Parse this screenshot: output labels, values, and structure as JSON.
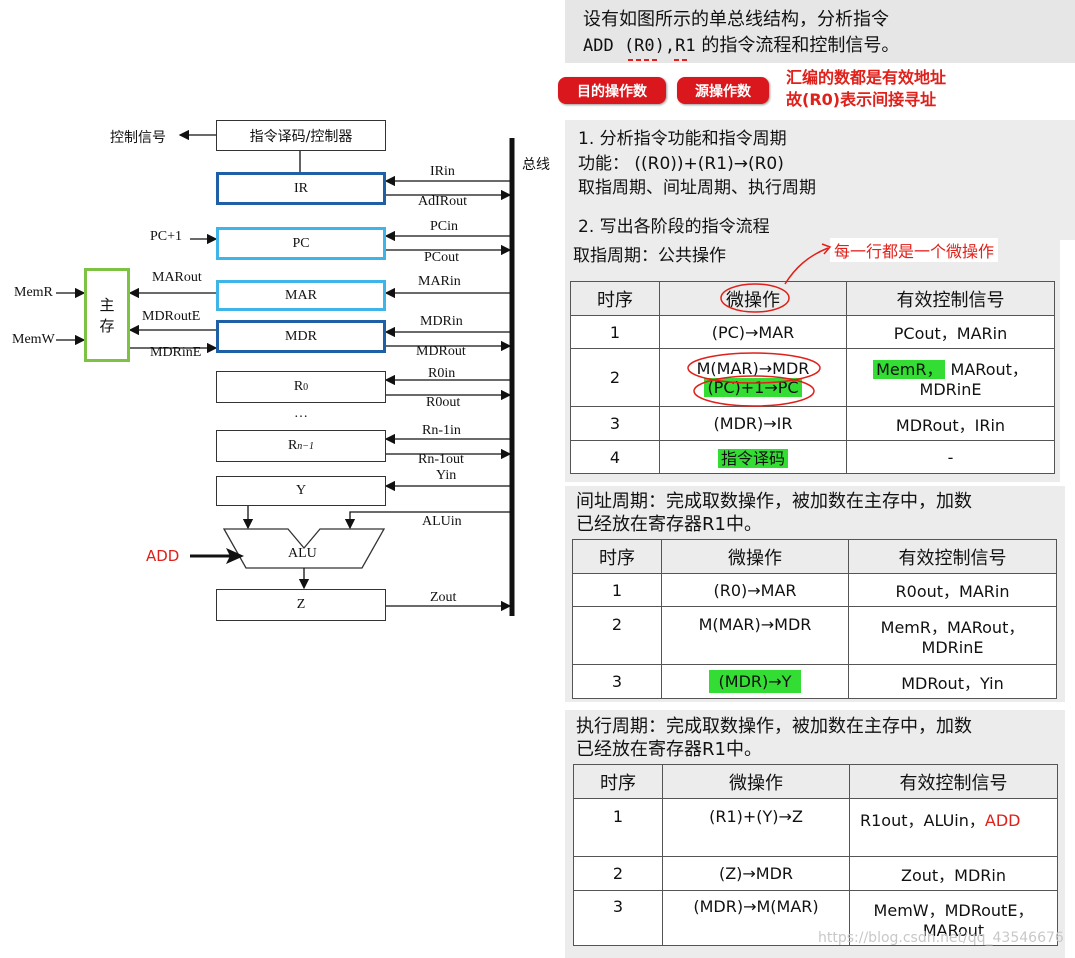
{
  "header": {
    "line1": "设有如图所示的单总线结构，分析指令",
    "line2a": "ADD (R0),R1",
    "line2b": " 的指令流程和控制信号。",
    "badge_dest": "目的操作数",
    "badge_src": "源操作数",
    "note1": "汇编的数都是有效地址",
    "note2": "故(R0)表示间接寻址"
  },
  "diagram": {
    "bus_label": "总线",
    "control_signal": "控制信号",
    "decoder": "指令译码/控制器",
    "memory_l1": "主",
    "memory_l2": "存",
    "memr": "MemR",
    "memw": "MemW",
    "pc_plus": "PC+1",
    "add": "ADD",
    "dots": "…",
    "registers": [
      {
        "name": "IR",
        "in": "IRin",
        "out": "AdIRout"
      },
      {
        "name": "PC",
        "in": "PCin",
        "out": "PCout"
      },
      {
        "name": "MAR",
        "in": "MARin",
        "left": "MARout"
      },
      {
        "name": "MDR",
        "in": "MDRin",
        "out": "MDRout",
        "left1": "MDRoutE",
        "left2": "MDRinE"
      },
      {
        "name": "R",
        "sub": "0",
        "in": "R0in",
        "out": "R0out"
      },
      {
        "name": "R",
        "sub": "n−1",
        "in": "Rn-1in",
        "out": "Rn-1out"
      },
      {
        "name": "Y",
        "in": "Yin"
      },
      {
        "name": "ALU",
        "in": "ALUin"
      },
      {
        "name": "Z",
        "out": "Zout"
      }
    ]
  },
  "section1": {
    "title": "1.  分析指令功能和指令周期",
    "func": "功能： ((R0))+(R1)→(R0)",
    "cycles": "取指周期、间址周期、执行周期"
  },
  "section2": {
    "title": "2.  写出各阶段的指令流程",
    "fetch_title": "取指周期：公共操作",
    "annotation": "每一行都是一个微操作"
  },
  "fetch_table": {
    "headers": [
      "时序",
      "微操作",
      "有效控制信号"
    ],
    "rows": [
      {
        "seq": "1",
        "op1": "(PC)→MAR",
        "op2": "",
        "sig_hl": "",
        "sig1": "PCout，MARin",
        "sig2": ""
      },
      {
        "seq": "2",
        "op1": "M(MAR)→MDR",
        "op2": "(PC)+1→PC",
        "sig_hl": "MemR，",
        "sig1": "MARout，",
        "sig2": "MDRinE"
      },
      {
        "seq": "3",
        "op1": "(MDR)→IR",
        "op2": "",
        "sig_hl": "",
        "sig1": "MDRout，IRin",
        "sig2": ""
      },
      {
        "seq": "4",
        "op1": "指令译码",
        "op2": "",
        "sig_hl": "",
        "sig1": "-",
        "sig2": ""
      }
    ]
  },
  "indirect": {
    "title1": "间址周期：完成取数操作，被加数在主存中，加数",
    "title2": "已经放在寄存器R1中。",
    "headers": [
      "时序",
      "微操作",
      "有效控制信号"
    ],
    "rows": [
      {
        "seq": "1",
        "op": "(R0)→MAR",
        "sig1": "R0out，MARin",
        "sig2": ""
      },
      {
        "seq": "2",
        "op": "M(MAR)→MDR",
        "sig1": "MemR，MARout，",
        "sig2": "MDRinE"
      },
      {
        "seq": "3",
        "op": "(MDR)→Y",
        "sig1": "MDRout，Yin",
        "sig2": ""
      }
    ]
  },
  "execute": {
    "title1": "执行周期：完成取数操作，被加数在主存中，加数",
    "title2": "已经放在寄存器R1中。",
    "headers": [
      "时序",
      "微操作",
      "有效控制信号"
    ],
    "rows": [
      {
        "seq": "1",
        "op": "(R1)+(Y)→Z",
        "sig1": "R1out，ALUin，",
        "sig_red": "ADD",
        "sig2": ""
      },
      {
        "seq": "2",
        "op": "(Z)→MDR",
        "sig1": "Zout，MDRin",
        "sig_red": "",
        "sig2": ""
      },
      {
        "seq": "3",
        "op": "(MDR)→M(MAR)",
        "sig1": "MemW，MDRoutE，",
        "sig_red": "",
        "sig2": "MARout"
      }
    ]
  },
  "watermark": "https://blog.csdn.net/qq_43546676",
  "colors": {
    "dark_blue": "#1f5fa6",
    "light_blue": "#3eb4e8",
    "green": "#7dc242",
    "highlight": "#33dd33",
    "red": "#e0201a",
    "bus": "#111111"
  }
}
